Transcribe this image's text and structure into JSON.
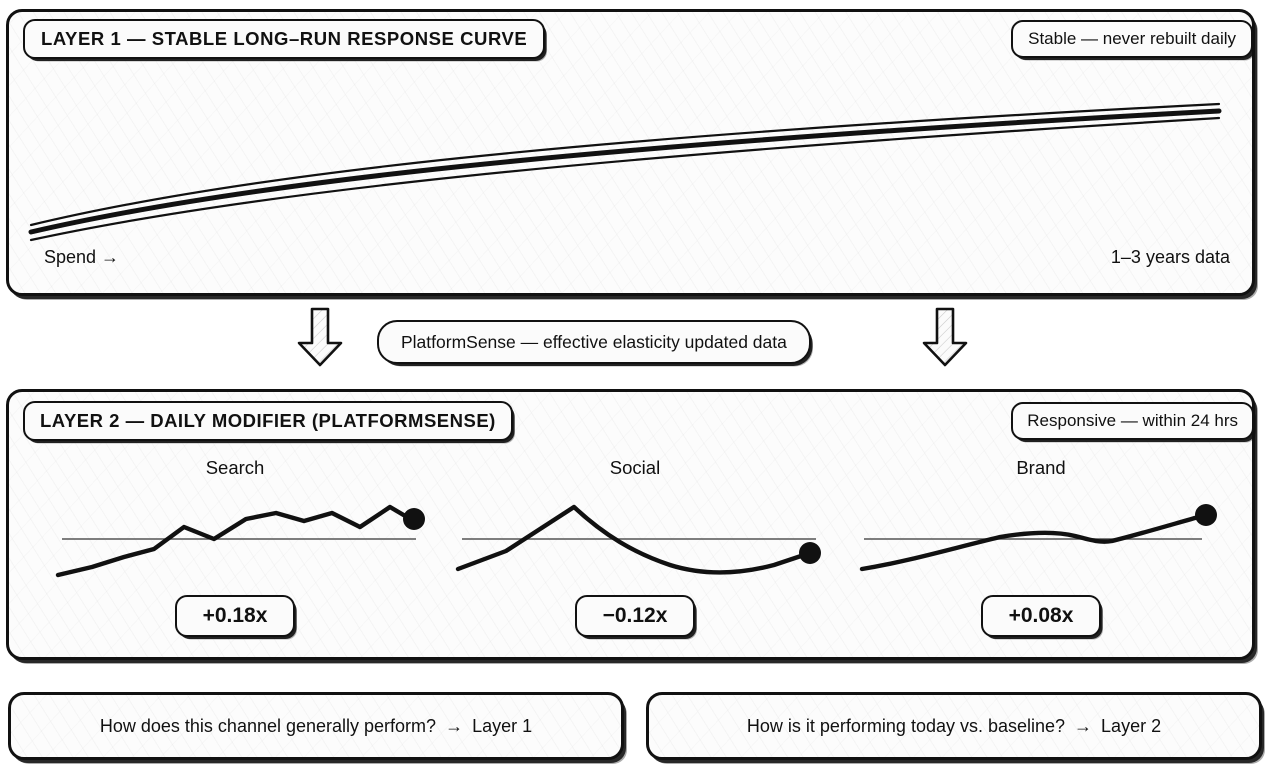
{
  "layer1": {
    "title": "LAYER 1 — STABLE LONG–RUN RESPONSE CURVE",
    "badge": "Stable — never rebuilt daily",
    "x_axis_label": "Spend  →",
    "data_window_label": "1–3 years data"
  },
  "connector": {
    "label": "PlatformSense — effective elasticity updated data",
    "arrow_left_icon": "arrow-down-icon",
    "arrow_right_icon": "arrow-down-icon"
  },
  "layer2": {
    "title": "LAYER 2 — DAILY MODIFIER (PLATFORMSENSE)",
    "badge": "Responsive — within 24 hrs",
    "channels": [
      {
        "name": "Search",
        "modifier": "+0.18x"
      },
      {
        "name": "Social",
        "modifier": "−0.12x"
      },
      {
        "name": "Brand",
        "modifier": "+0.08x"
      }
    ]
  },
  "footer": {
    "questions": [
      {
        "text": "How does this channel generally perform?",
        "arrow": "→",
        "answer": "Layer 1"
      },
      {
        "text": "How is it performing today vs. baseline?",
        "arrow": "→",
        "answer": "Layer 2"
      }
    ]
  },
  "colors": {
    "ink": "#111111",
    "paper": "#fcfcfc",
    "baseline": "#555555"
  },
  "chart_data": [
    {
      "type": "line",
      "title": "LAYER 1 — STABLE LONG–RUN RESPONSE CURVE",
      "xlabel": "Spend  →",
      "ylabel": "",
      "grid": false,
      "legend": "none",
      "annotations": [
        "Stable — never rebuilt daily",
        "1–3 years data"
      ],
      "description": "Concave saturating response curve drawn as a central line with an upper and lower uncertainty band",
      "x": [
        0,
        0.1,
        0.2,
        0.3,
        0.4,
        0.5,
        0.6,
        0.7,
        0.8,
        0.9,
        1.0
      ],
      "series": [
        {
          "name": "upper-band",
          "values": [
            0.24,
            0.4,
            0.53,
            0.63,
            0.72,
            0.79,
            0.85,
            0.9,
            0.94,
            0.97,
            1.0
          ]
        },
        {
          "name": "response",
          "values": [
            0.18,
            0.34,
            0.47,
            0.57,
            0.66,
            0.73,
            0.79,
            0.84,
            0.88,
            0.91,
            0.94
          ]
        },
        {
          "name": "lower-band",
          "values": [
            0.12,
            0.28,
            0.41,
            0.51,
            0.6,
            0.67,
            0.73,
            0.78,
            0.82,
            0.85,
            0.88
          ]
        }
      ]
    },
    {
      "type": "line",
      "title": "Search",
      "xlabel": "",
      "ylabel": "",
      "grid": false,
      "legend": "none",
      "baseline": 0.0,
      "end_marker": true,
      "data_label": "+0.18x",
      "x": [
        0,
        0.08,
        0.16,
        0.24,
        0.32,
        0.4,
        0.48,
        0.56,
        0.64,
        0.72,
        0.8,
        0.88,
        1.0
      ],
      "values": [
        -0.55,
        -0.4,
        -0.22,
        -0.05,
        0.28,
        0.12,
        0.38,
        0.52,
        0.44,
        0.52,
        0.3,
        0.62,
        0.4
      ]
    },
    {
      "type": "line",
      "title": "Social",
      "xlabel": "",
      "ylabel": "",
      "grid": false,
      "legend": "none",
      "baseline": 0.0,
      "end_marker": true,
      "data_label": "−0.12x",
      "x": [
        0,
        0.12,
        0.22,
        0.32,
        0.45,
        0.55,
        0.65,
        0.75,
        0.85,
        1.0
      ],
      "values": [
        -0.45,
        -0.12,
        0.3,
        0.72,
        0.22,
        -0.1,
        -0.45,
        -0.58,
        -0.56,
        -0.35
      ]
    },
    {
      "type": "line",
      "title": "Brand",
      "xlabel": "",
      "ylabel": "",
      "grid": false,
      "legend": "none",
      "baseline": 0.0,
      "end_marker": true,
      "data_label": "+0.08x",
      "x": [
        0,
        0.12,
        0.24,
        0.36,
        0.46,
        0.56,
        0.64,
        0.74,
        0.84,
        1.0
      ],
      "values": [
        -0.55,
        -0.34,
        -0.16,
        0.02,
        0.08,
        0.1,
        -0.04,
        0.18,
        0.38,
        0.58
      ]
    }
  ]
}
